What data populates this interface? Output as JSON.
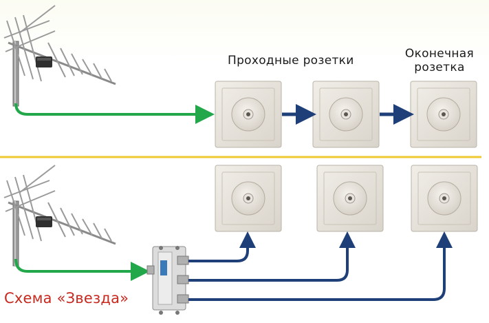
{
  "labels": {
    "pass_through_sockets": "Проходные розетки",
    "end_socket": "Оконечная розетка",
    "star_scheme": "Схема «Звезда»"
  },
  "colors": {
    "antenna_cable": "#22a84a",
    "socket_cable": "#1e3f78",
    "divider_line": "#f0c830",
    "star_label": "#c8281e"
  },
  "icons": [
    "antenna-icon",
    "tv-socket-icon",
    "splitter-icon",
    "arrow-icon"
  ]
}
